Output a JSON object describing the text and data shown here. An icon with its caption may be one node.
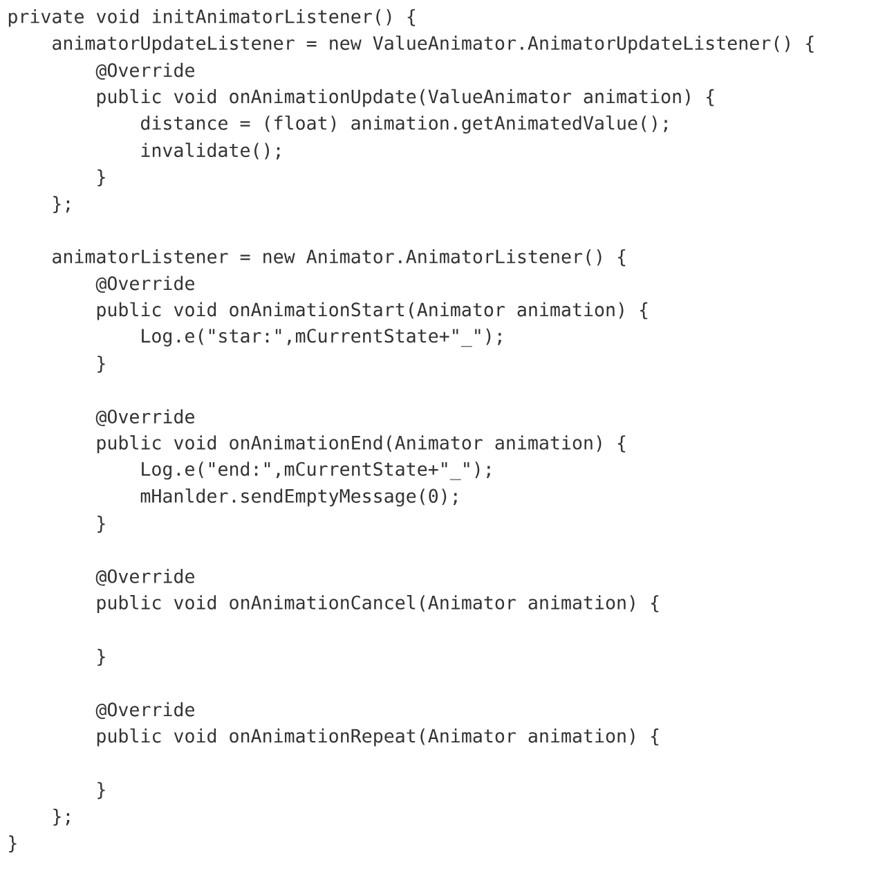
{
  "diagram": {
    "labels": [
      "private void initAnimatorListener() {",
      "animatorUpdateListener = new ValueAnimator.AnimatorUpdateListener() {",
      "@Override",
      "public void onAnimationUpdate(ValueAnimator animation) {",
      "distance = (float) animation.getAnimatedValue();",
      "invalidate();",
      "}",
      "};",
      "animatorListener = new Animator.AnimatorListener() {",
      "@Override",
      "public void onAnimationStart(Animator animation) {",
      "Log.e(\"star:\",mCurrentState+\"_\");",
      "}",
      "@Override",
      "public void onAnimationEnd(Animator animation) {",
      "Log.e(\"end:\",mCurrentState+\"_\");",
      "mHanlder.sendEmptyMessage(0);",
      "}",
      "@Override",
      "public void onAnimationCancel(Animator animation) {",
      "}",
      "@Override",
      "public void onAnimationRepeat(Animator animation) {",
      "}",
      "};",
      "}"
    ]
  }
}
